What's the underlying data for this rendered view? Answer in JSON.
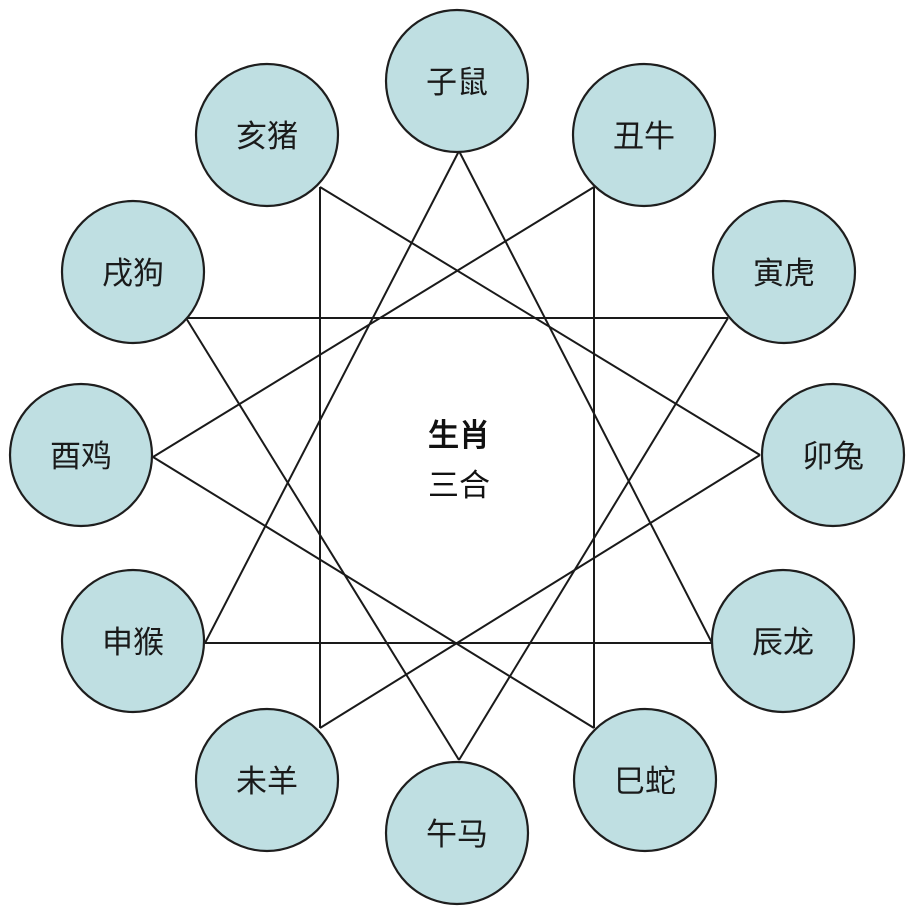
{
  "zodiac": [
    {
      "id": "zi",
      "label": "子鼠"
    },
    {
      "id": "chou",
      "label": "丑牛"
    },
    {
      "id": "yin",
      "label": "寅虎"
    },
    {
      "id": "mao",
      "label": "卯兔"
    },
    {
      "id": "chen",
      "label": "辰龙"
    },
    {
      "id": "si",
      "label": "巳蛇"
    },
    {
      "id": "wu",
      "label": "午马"
    },
    {
      "id": "wei",
      "label": "未羊"
    },
    {
      "id": "shen",
      "label": "申猴"
    },
    {
      "id": "you",
      "label": "酉鸡"
    },
    {
      "id": "xu",
      "label": "戌狗"
    },
    {
      "id": "hai",
      "label": "亥猪"
    }
  ],
  "center": {
    "line1": "生肖",
    "line2": "三合"
  },
  "links": [
    [
      "zi",
      "chen"
    ],
    [
      "chen",
      "shen"
    ],
    [
      "shen",
      "zi"
    ],
    [
      "chou",
      "si"
    ],
    [
      "si",
      "you"
    ],
    [
      "you",
      "chou"
    ],
    [
      "yin",
      "wu"
    ],
    [
      "wu",
      "xu"
    ],
    [
      "xu",
      "yin"
    ],
    [
      "mao",
      "wei"
    ],
    [
      "wei",
      "hai"
    ],
    [
      "hai",
      "mao"
    ]
  ],
  "colors": {
    "circle_fill": "#bfdfe2",
    "stroke": "#1e1e1e"
  }
}
